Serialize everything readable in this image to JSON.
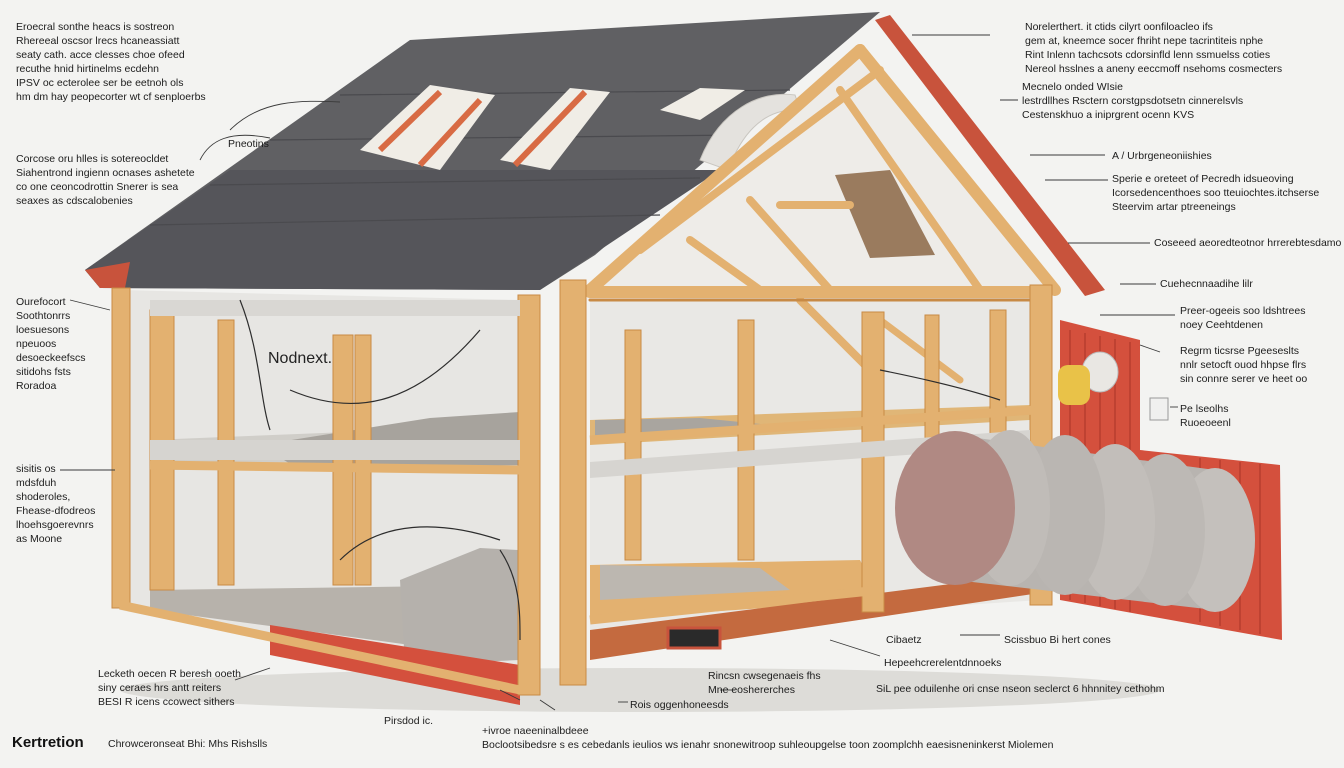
{
  "brand": {
    "title": "Kertretion",
    "subtitle": "Chrowceronseat Bhi:  Mhs Rishslls"
  },
  "house_sign": "Nodnext.",
  "labels_left": [
    {
      "id": "tl-block",
      "text": "Eroecral sonthe heacs is sostreon\nRhereeal oscsor lrecs hcaneassiatt\nseaty cath. acce clesses choe ofeed\nrecuthe hnid hirtinelms ecdehn\nIPSV oc ecterolee ser be eetnoh ols\nhm dm hay peopecorter wt cf senploerbs"
    },
    {
      "id": "tl-short",
      "text": "Pneotins"
    },
    {
      "id": "ml-block",
      "text": "Corcose oru hlles is sotereocldet\nSiahentrond ingienn ocnases ashetete\nco one ceoncodrottin Snerer is sea\nseaxes as cdscalobenies"
    },
    {
      "id": "l-block-1",
      "text": "Ourefocort\nSoothtonrrs\nloesuesons\nnpeuoos\ndesoeckeefscs\nsitidohs fsts\nRoradoa"
    },
    {
      "id": "l-block-2",
      "text": "sisitis os\nmdsfduh\nshoderoles,\nFhease-dfodreos\nlhoehsgoerevnrs\nas Moone"
    },
    {
      "id": "bl-block",
      "text": "Lecketh oecen R beresh ooeth\nsiny ceraes hrs antt reiters\nBESI R icens ccowect sithers"
    },
    {
      "id": "bl-short",
      "text": "Pirsdod ic."
    }
  ],
  "labels_right": [
    {
      "id": "tr-block-1",
      "text": "Norelerthert. it ctids cilyrt oonfiloacleo ifs\ngem at, kneemce socer fhriht nepe tacrintiteis nphe\nRint Inlenn tachcsots cdorsinfld lenn ssmuelss coties\nNereol hsslnes a aneny eeccmoff nsehoms cosmecters"
    },
    {
      "id": "tr-block-2",
      "text": "Mecnelo onded WIsie\nlestrdllhes Rsctern corstgpsdotsetn cinnerelsvls\nCestenskhuo a iniprgrent ocenn KVS"
    },
    {
      "id": "r-1",
      "text": "A / Urbrgeneoniishies"
    },
    {
      "id": "r-2",
      "text": "Sperie e oreteet of Pecredh idsueoving\nIcorsedencenthoes soo tteuiochtes.itchserse\nSteervim artar ptreeneings"
    },
    {
      "id": "r-3",
      "text": "Coseeed aeoredteotnor hrrerebtesdamo"
    },
    {
      "id": "r-4",
      "text": "Cuehecnnaadihe lilr"
    },
    {
      "id": "r-5",
      "text": "Preer-ogeeis soo ldshtrees\nnoey Ceehtdenen"
    },
    {
      "id": "r-6",
      "text": "Regrm ticsrse Pgeeseslts\nnnlr setocft ouod hhpse flrs\nsin connre serer ve heet oo"
    },
    {
      "id": "r-7",
      "text": "Pe lseolhs\nRuoeoeenl"
    },
    {
      "id": "br-1",
      "text": "Cibaetz"
    },
    {
      "id": "br-2",
      "text": "Hepeehcrerelentdnnoeks"
    },
    {
      "id": "br-3",
      "text": "Scissbuo Bi  hert cones"
    },
    {
      "id": "br-4",
      "text": "SiL pee oduilenhe ori cnse nseon seclerct 6 hhnnitey cethohm"
    }
  ],
  "labels_bottom": [
    {
      "id": "b-1",
      "text": "Rincsn cwsegenaeis fhs\nMne eoshererches"
    },
    {
      "id": "b-2",
      "text": "Rois oggenhoneesds"
    },
    {
      "id": "b-3",
      "text": "+ivroe naeeninalbdeee"
    },
    {
      "id": "b-4",
      "text": "Boclootsibedsre s es cebedanls ieulios ws ienahr snonewitroop suhleoupgelse toon  zoomplchh eaesisneninkerst Miolemen"
    }
  ],
  "colors": {
    "roof": "#5f5f62",
    "wood": "#e3b170",
    "wood_dark": "#c88a45",
    "siding": "#d4503d",
    "insulation": "#b9b5b0",
    "wall": "#e9e8e5",
    "pipe": "#b78a83"
  }
}
